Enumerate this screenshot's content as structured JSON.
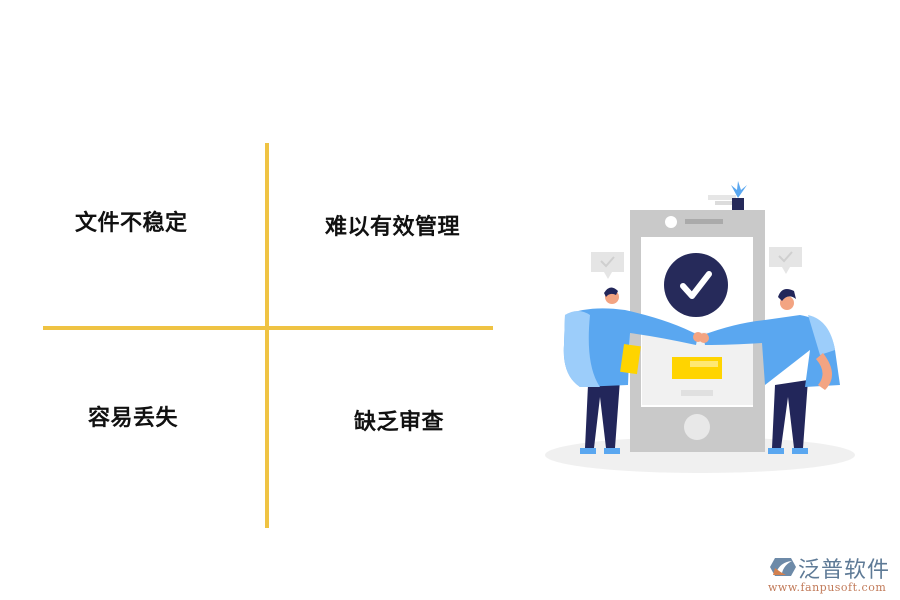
{
  "quadrants": [
    {
      "label": "文件不稳定"
    },
    {
      "label": "难以有效管理"
    },
    {
      "label": "容易丢失"
    },
    {
      "label": "缺乏审查"
    }
  ],
  "colors": {
    "divider": "#efc343",
    "phone_frame": "#c9c9c9",
    "check_circle": "#262a5a",
    "shirt": "#5aa7f0",
    "pants": "#22265a",
    "accent_yellow": "#ffd400"
  },
  "illustration": {
    "description": "two-people-fist-bump-phone-checkmark",
    "icons": [
      "checkmark-icon",
      "speech-bubble-check-icon",
      "plant-icon"
    ]
  },
  "logo": {
    "name": "泛普软件",
    "url": "www.fanpusoft.com"
  }
}
